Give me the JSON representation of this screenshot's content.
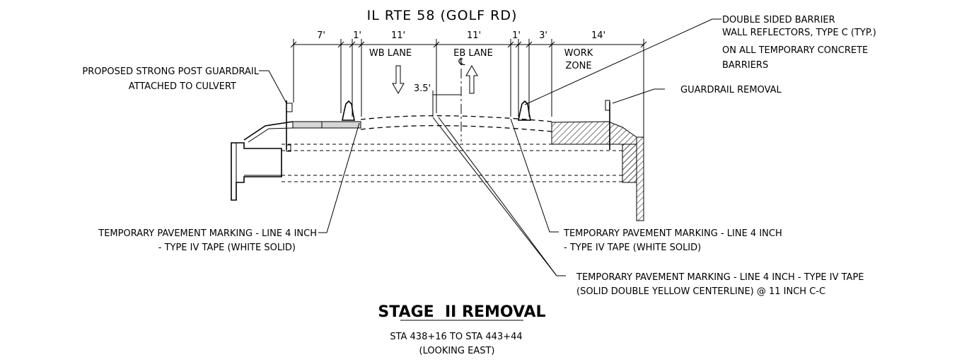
{
  "title": "IL RTE 58 (GOLF RD)",
  "dimensions": [
    "7'",
    "1'",
    "11'",
    "11'",
    "1'",
    "3'",
    "14'"
  ],
  "lanes": {
    "wb": "WB LANE",
    "eb": "EB LANE",
    "work_1": "WORK",
    "work_2": "ZONE"
  },
  "offset_dim": "3.5'",
  "centerline_symbol": "℄",
  "callouts": {
    "guardrail_1": "PROPOSED STRONG POST GUARDRAIL",
    "guardrail_2": "ATTACHED TO CULVERT",
    "reflectors_1": "DOUBLE SIDED BARRIER",
    "reflectors_2": "WALL REFLECTORS, TYPE C (TYP.)",
    "reflectors_3": "ON ALL TEMPORARY CONCRETE",
    "reflectors_4": "BARRIERS",
    "removal": "GUARDRAIL REMOVAL",
    "marking_left_1": "TEMPORARY PAVEMENT MARKING - LINE 4 INCH",
    "marking_left_2": "- TYPE IV TAPE (WHITE SOLID)",
    "marking_right_1": "TEMPORARY PAVEMENT MARKING - LINE 4 INCH",
    "marking_right_2": "- TYPE IV TAPE (WHITE SOLID)",
    "marking_center_1": "TEMPORARY PAVEMENT MARKING - LINE 4 INCH - TYPE IV TAPE",
    "marking_center_2": "(SOLID DOUBLE YELLOW CENTERLINE)  @ 11 INCH C-C"
  },
  "stage_title": "STAGE  II REMOVAL",
  "station": "STA 438+16 TO STA 443+44",
  "view": "(LOOKING EAST)"
}
